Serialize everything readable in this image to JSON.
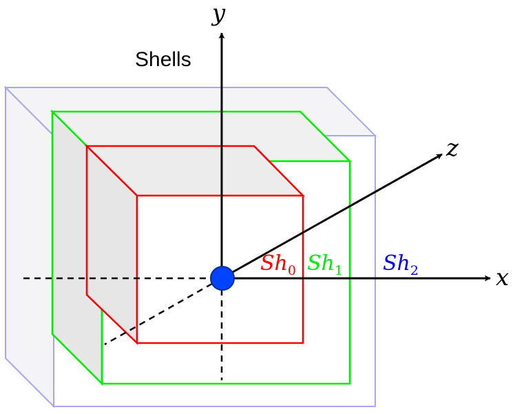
{
  "diagram": {
    "title": "Shells",
    "axes": {
      "x": "x",
      "y": "y",
      "z": "z"
    },
    "shells": [
      {
        "base": "Sh",
        "sub": "0",
        "color": "#ff0000"
      },
      {
        "base": "Sh",
        "sub": "1",
        "color": "#00ee00"
      },
      {
        "base": "Sh",
        "sub": "2",
        "color": "#0000ff"
      }
    ],
    "colors": {
      "outer_shell": "#a6a6f2",
      "origin": "#0044ff",
      "side_fill": "#e6e6e6",
      "top_fill": "#f2f2f2"
    }
  }
}
